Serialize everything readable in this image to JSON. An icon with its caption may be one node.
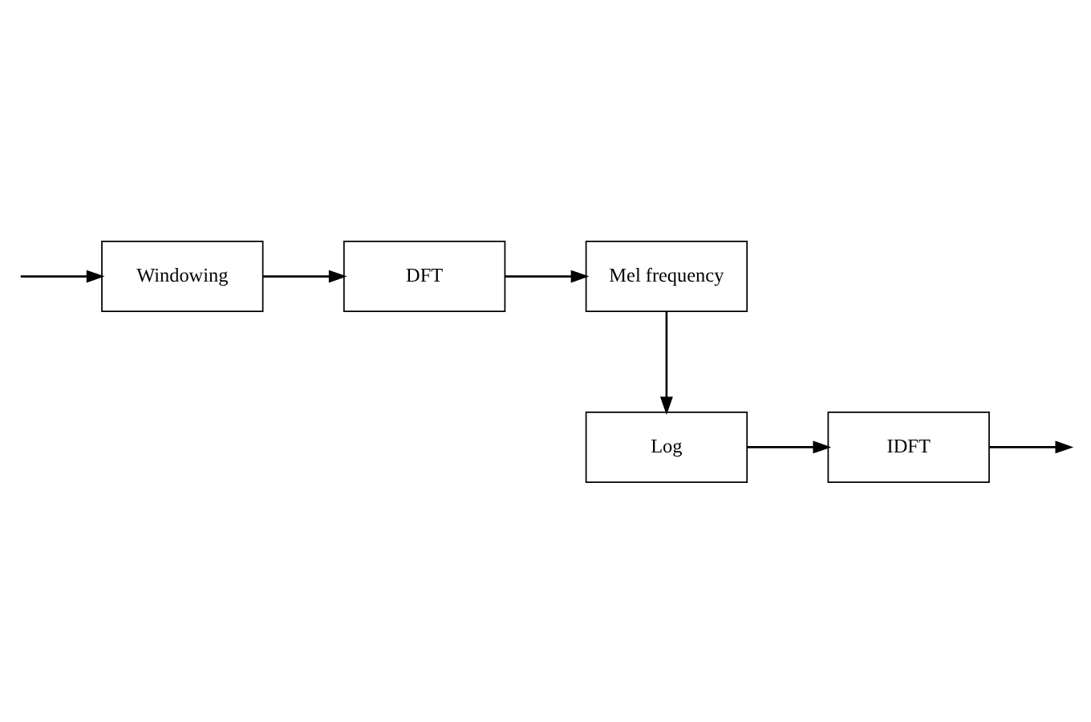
{
  "diagram": {
    "nodes": [
      {
        "text": [
          "Windowing"
        ]
      },
      {
        "text": [
          "DFT"
        ]
      },
      {
        "text": [
          "Mel frequency"
        ]
      },
      {
        "text": [
          "Log"
        ]
      },
      {
        "text": [
          "IDFT"
        ]
      }
    ],
    "edges": [
      {
        "from": null,
        "to": 0,
        "arrow": "to"
      },
      {
        "from": 0,
        "to": 1,
        "arrow": "to"
      },
      {
        "from": 1,
        "to": 2,
        "arrow": "to"
      },
      {
        "from": 2,
        "to": 3,
        "arrow": "to"
      },
      {
        "from": 3,
        "to": 4,
        "arrow": "to"
      },
      {
        "from": 4,
        "to": null,
        "arrow": "to"
      }
    ]
  }
}
